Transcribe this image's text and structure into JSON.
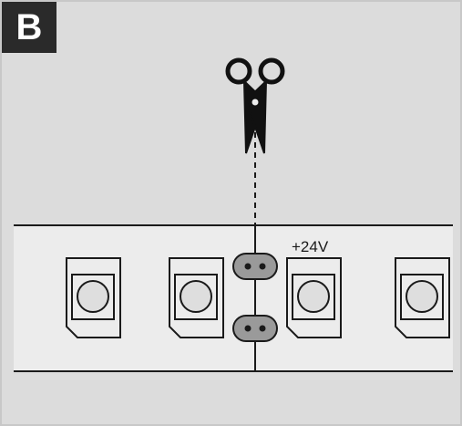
{
  "panel": {
    "badge_label": "B",
    "voltage_label": "+24V",
    "icons": {
      "scissors": "scissors-icon",
      "cut_line": "dashed-cut-line",
      "solder_pad": "solder-pad-icon",
      "led": "led-chip-icon"
    },
    "colors": {
      "background": "#dcdcdc",
      "strip": "#ececec",
      "badge": "#2a2a2a",
      "stroke": "#1a1a1a",
      "solder_pad": "#9a9a9a"
    }
  }
}
